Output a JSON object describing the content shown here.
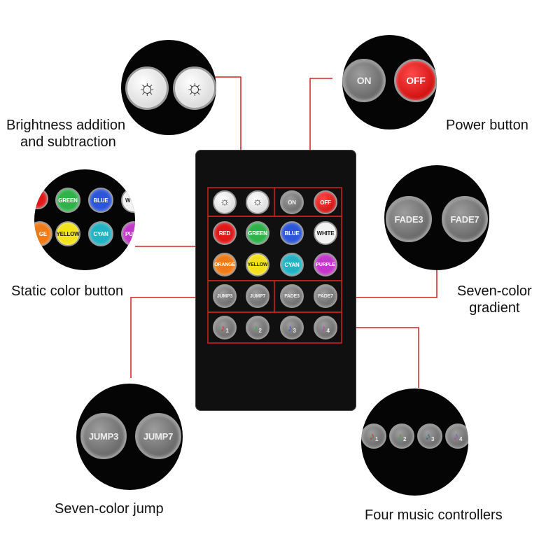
{
  "captions": {
    "brightness_line1": "Brightness addition",
    "brightness_line2": "and subtraction",
    "power": "Power button",
    "static": "Static color button",
    "gradient_line1": "Seven-color",
    "gradient_line2": "gradient",
    "jump": "Seven-color jump",
    "music": "Four music controllers"
  },
  "remote": {
    "on_label": "ON",
    "off_label": "OFF",
    "colors": [
      {
        "label": "RED",
        "color": "#e01818"
      },
      {
        "label": "GREEN",
        "color": "#2fb24a"
      },
      {
        "label": "BLUE",
        "color": "#2c55d8"
      },
      {
        "label": "WHITE",
        "color": "#f2f2f2"
      },
      {
        "label": "ORANGE",
        "color": "#f07a16"
      },
      {
        "label": "YELLOW",
        "color": "#f2e21a"
      },
      {
        "label": "CYAN",
        "color": "#22b2c2"
      },
      {
        "label": "PURPLE",
        "color": "#c236c8"
      }
    ],
    "jump3": "JUMP3",
    "jump7": "JUMP7",
    "fade3": "FADE3",
    "fade7": "FADE7",
    "music": [
      "1",
      "2",
      "3",
      "4"
    ]
  },
  "zoom": {
    "power_on": "ON",
    "power_off": "OFF",
    "static_row1": [
      "GREEN",
      "BLUE",
      "W"
    ],
    "static_row2": [
      "GE",
      "YELLOW",
      "CYAN",
      "PUR"
    ],
    "fade3": "FADE3",
    "fade7": "FADE7",
    "jump3": "JUMP3",
    "jump7": "JUMP7",
    "music": [
      "1",
      "2",
      "3",
      "4"
    ]
  },
  "accent_line_color": "#d42020"
}
